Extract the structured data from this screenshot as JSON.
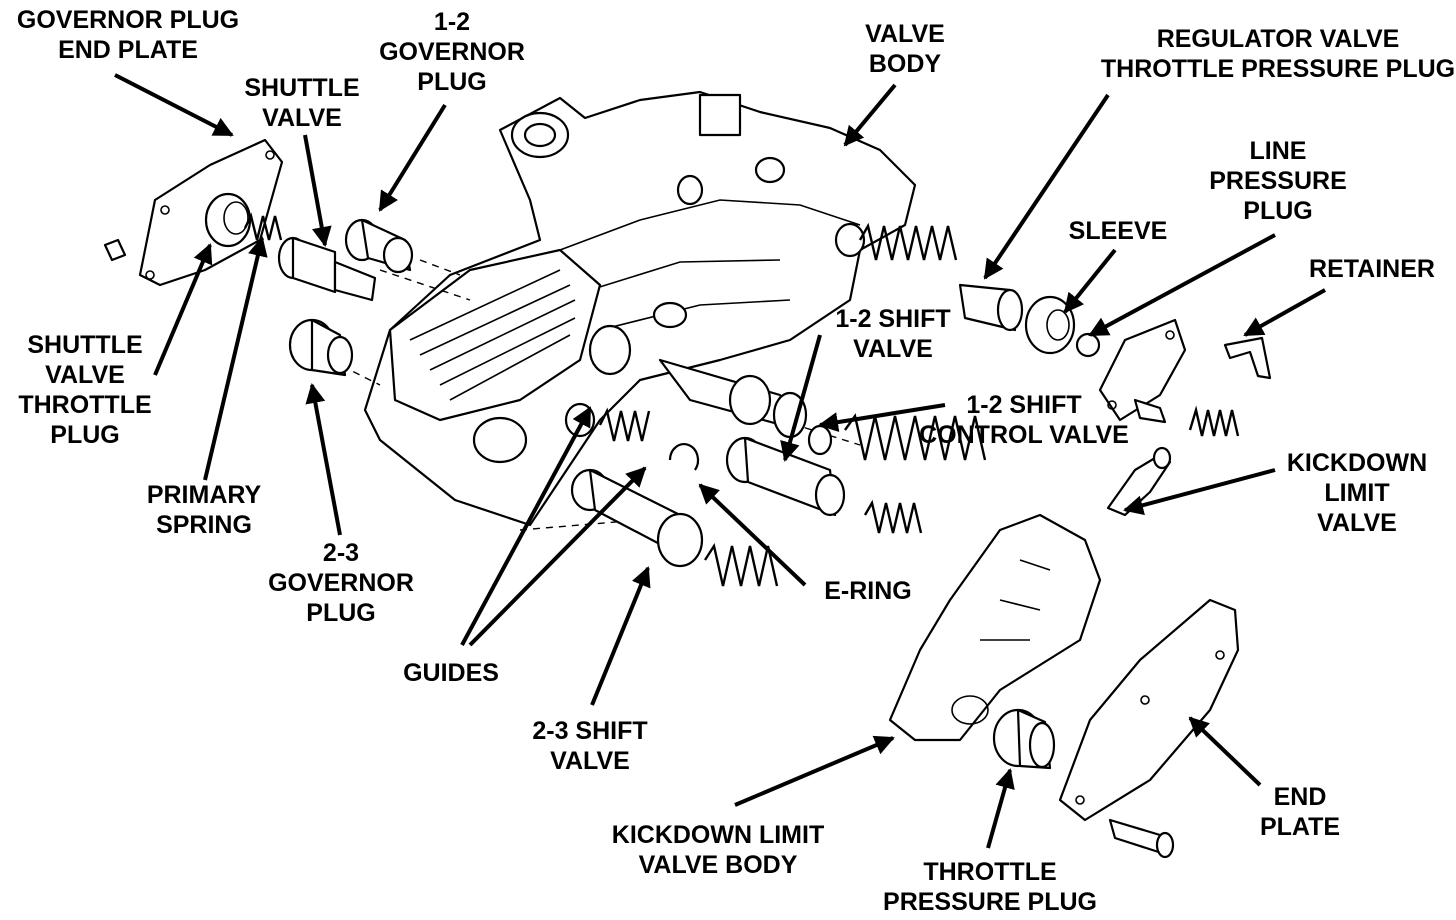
{
  "labels": {
    "governor_plug_end_plate": [
      "GOVERNOR PLUG",
      "END PLATE"
    ],
    "shuttle_valve": [
      "SHUTTLE",
      "VALVE"
    ],
    "governor_plug_12": [
      "1-2",
      "GOVERNOR",
      "PLUG"
    ],
    "valve_body": [
      "VALVE",
      "BODY"
    ],
    "regulator_valve_tpp": [
      "REGULATOR VALVE",
      "THROTTLE  PRESSURE PLUG"
    ],
    "line_pressure_plug": [
      "LINE",
      "PRESSURE",
      "PLUG"
    ],
    "sleeve": [
      "SLEEVE"
    ],
    "retainer": [
      "RETAINER"
    ],
    "shift_valve_12": [
      "1-2 SHIFT",
      "VALVE"
    ],
    "shift_control_valve_12": [
      "1-2 SHIFT",
      "CONTROL VALVE"
    ],
    "kickdown_limit_valve": [
      "KICKDOWN",
      "LIMIT",
      "VALVE"
    ],
    "shuttle_valve_throttle_plug": [
      "SHUTTLE",
      "VALVE",
      "THROTTLE",
      "PLUG"
    ],
    "primary_spring": [
      "PRIMARY",
      "SPRING"
    ],
    "governor_plug_23": [
      "2-3",
      "GOVERNOR",
      "PLUG"
    ],
    "guides": [
      "GUIDES"
    ],
    "e_ring": [
      "E-RING"
    ],
    "shift_valve_23": [
      "2-3 SHIFT",
      "VALVE"
    ],
    "kickdown_limit_valve_body": [
      "KICKDOWN LIMIT",
      "VALVE BODY"
    ],
    "throttle_pressure_plug": [
      "THROTTLE",
      "PRESSURE PLUG"
    ],
    "end_plate": [
      "END",
      "PLATE"
    ]
  }
}
